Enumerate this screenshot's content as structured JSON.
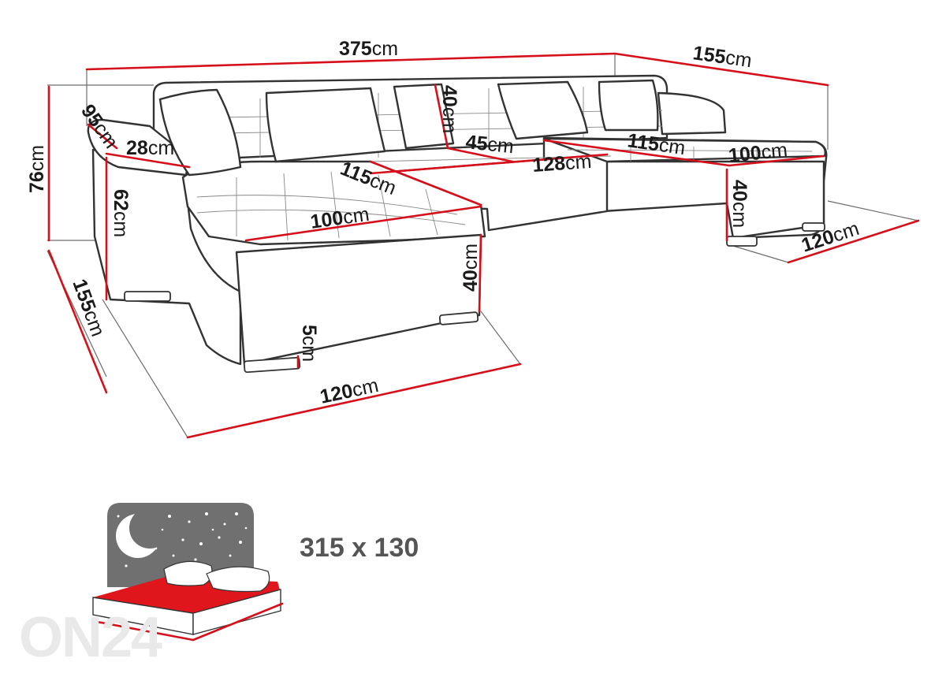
{
  "dimensions": {
    "total_length": {
      "value": "375",
      "unit": "cm"
    },
    "right_depth": {
      "value": "155",
      "unit": "cm"
    },
    "total_height": {
      "value": "76",
      "unit": "cm"
    },
    "left_armrest_depth": {
      "value": "95",
      "unit": "cm"
    },
    "armrest_width": {
      "value": "28",
      "unit": "cm"
    },
    "armrest_height": {
      "value": "62",
      "unit": "cm"
    },
    "left_depth": {
      "value": "155",
      "unit": "cm"
    },
    "left_chaise_length": {
      "value": "115",
      "unit": "cm"
    },
    "left_chaise_width": {
      "value": "100",
      "unit": "cm"
    },
    "left_seat_height": {
      "value": "40",
      "unit": "cm"
    },
    "leg_height": {
      "value": "5",
      "unit": "cm"
    },
    "left_front_width": {
      "value": "120",
      "unit": "cm"
    },
    "back_height": {
      "value": "40",
      "unit": "cm"
    },
    "back_depth": {
      "value": "45",
      "unit": "cm"
    },
    "middle_width": {
      "value": "128",
      "unit": "cm"
    },
    "right_chaise_length": {
      "value": "115",
      "unit": "cm"
    },
    "right_chaise_width": {
      "value": "100",
      "unit": "cm"
    },
    "right_seat_height": {
      "value": "40",
      "unit": "cm"
    },
    "right_front_width": {
      "value": "120",
      "unit": "cm"
    }
  },
  "sleeping_area": "315 x 130",
  "watermark": "ON24",
  "colors": {
    "dimension_line": "#d6101a",
    "outline": "#333333",
    "bed_panel": "#707070",
    "mattress": "#e0161d"
  },
  "icons": [
    "sleeping-function-icon",
    "moon-icon",
    "stars-icon",
    "pillow-icon"
  ]
}
